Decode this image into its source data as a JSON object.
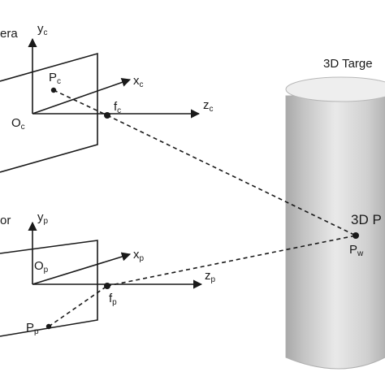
{
  "camera": {
    "title_fragment": "era",
    "axes": {
      "y": "y",
      "x": "x",
      "z": "z",
      "sub": "c"
    },
    "origin": {
      "main": "O",
      "sub": "c"
    },
    "point": {
      "main": "P",
      "sub": "c"
    },
    "focal": {
      "main": "f",
      "sub": "c"
    }
  },
  "projector": {
    "title_fragment": "or",
    "axes": {
      "y": "y",
      "x": "x",
      "z": "z",
      "sub": "p"
    },
    "origin": {
      "main": "O",
      "sub": "p"
    },
    "point": {
      "main": "P",
      "sub": "p"
    },
    "focal": {
      "main": "f",
      "sub": "p"
    }
  },
  "target": {
    "title": "3D Targe",
    "point_label": "3D P",
    "point": {
      "main": "P",
      "sub": "w"
    }
  },
  "colors": {
    "cylinder_light": "#e6e6e6",
    "cylinder_mid": "#c9c9c9",
    "cylinder_dark": "#a9a9a9",
    "line": "#1a1a1a"
  }
}
